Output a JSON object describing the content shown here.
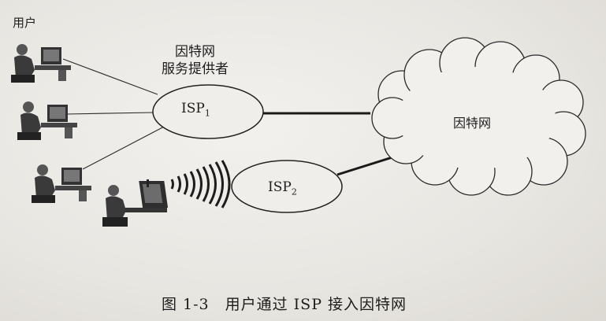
{
  "labels": {
    "users": "用户",
    "isp_desc_line1": "因特网",
    "isp_desc_line2": "服务提供者",
    "isp1_main": "ISP",
    "isp1_sub": "1",
    "isp2_main": "ISP",
    "isp2_sub": "2",
    "internet": "因特网",
    "caption": "图 1-3　用户通过 ISP 接入因特网"
  },
  "icons": [
    "desktop-user-icon",
    "laptop-user-icon",
    "wireless-signal-icon",
    "cloud-icon"
  ]
}
